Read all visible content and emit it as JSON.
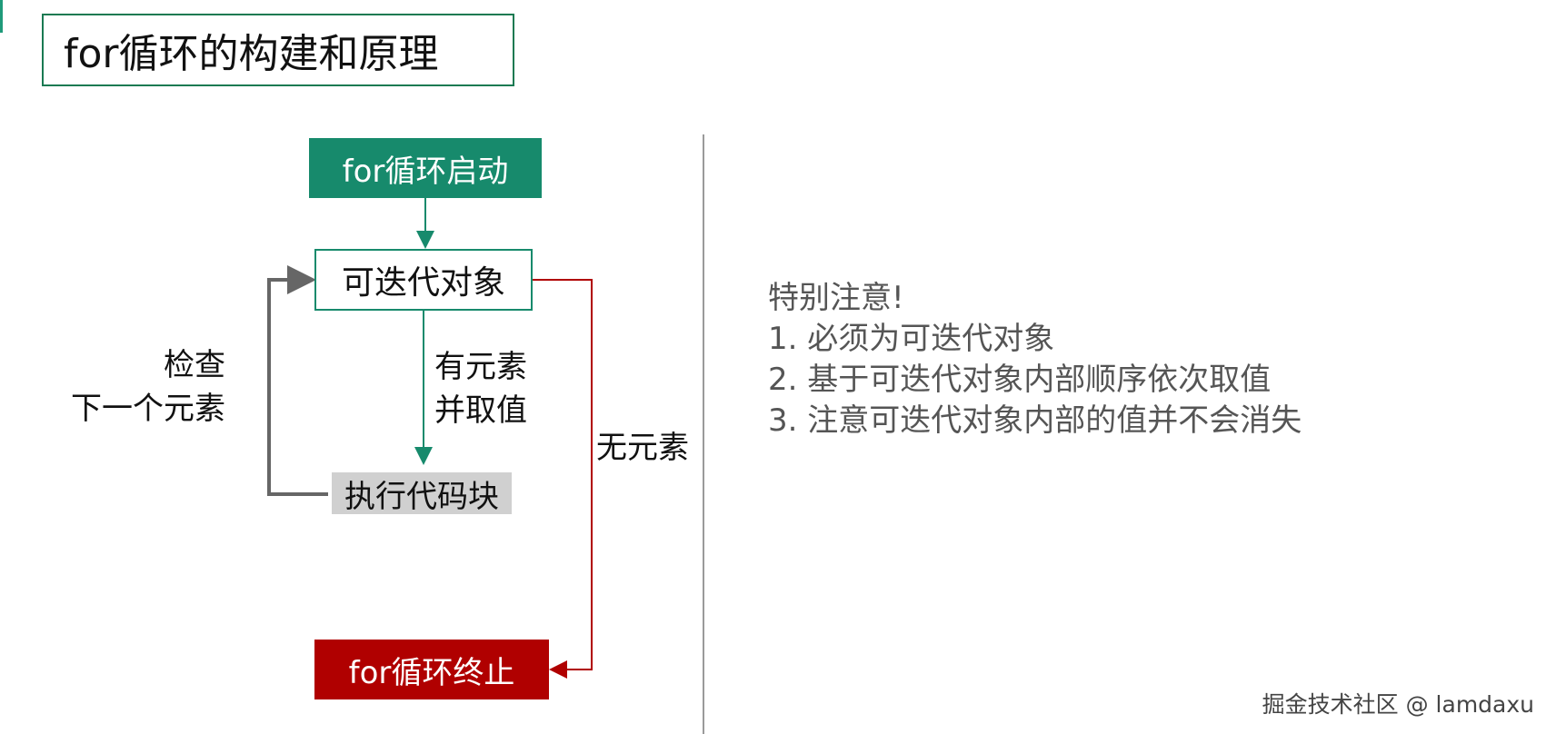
{
  "title": "for循环的构建和原理",
  "flow": {
    "start": "for循环启动",
    "iterable": "可迭代对象",
    "has_element": [
      "有元素",
      "并取值"
    ],
    "execute": "执行代码块",
    "no_element": "无元素",
    "check_next": [
      "检查",
      "下一个元素"
    ],
    "end": "for循环终止"
  },
  "notes": [
    "特别注意!",
    "1. 必须为可迭代对象",
    "2. 基于可迭代对象内部顺序依次取值",
    "3. 注意可迭代对象内部的值并不会消失"
  ],
  "watermark": "掘金技术社区 @ lamdaxu",
  "colors": {
    "green": "#178a6c",
    "dark_red": "#b00000",
    "loop_gray": "#666666",
    "note_text": "#555555"
  }
}
